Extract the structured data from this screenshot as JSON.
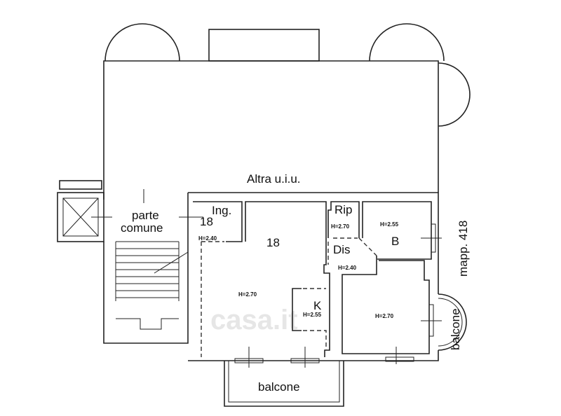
{
  "watermark": "casa.it",
  "labels": {
    "other_unit": "Altra u.i.u.",
    "common_part_line1": "parte",
    "common_part_line2": "comune",
    "entry": "Ing.",
    "entry_number": "18",
    "main_room_number": "18",
    "storage": "Rip",
    "bath": "B",
    "hall": "Dis",
    "kitchen": "K",
    "balcony_bottom": "balcone",
    "balcony_right": "balcone",
    "parcel": "mapp. 418"
  },
  "heights": {
    "entry": "H=2.40",
    "storage": "H=2.70",
    "bath": "H=2.55",
    "hall": "H=2.40",
    "main_room": "H=2.70",
    "kitchen": "H=2.55",
    "bedroom": "H=2.70"
  }
}
